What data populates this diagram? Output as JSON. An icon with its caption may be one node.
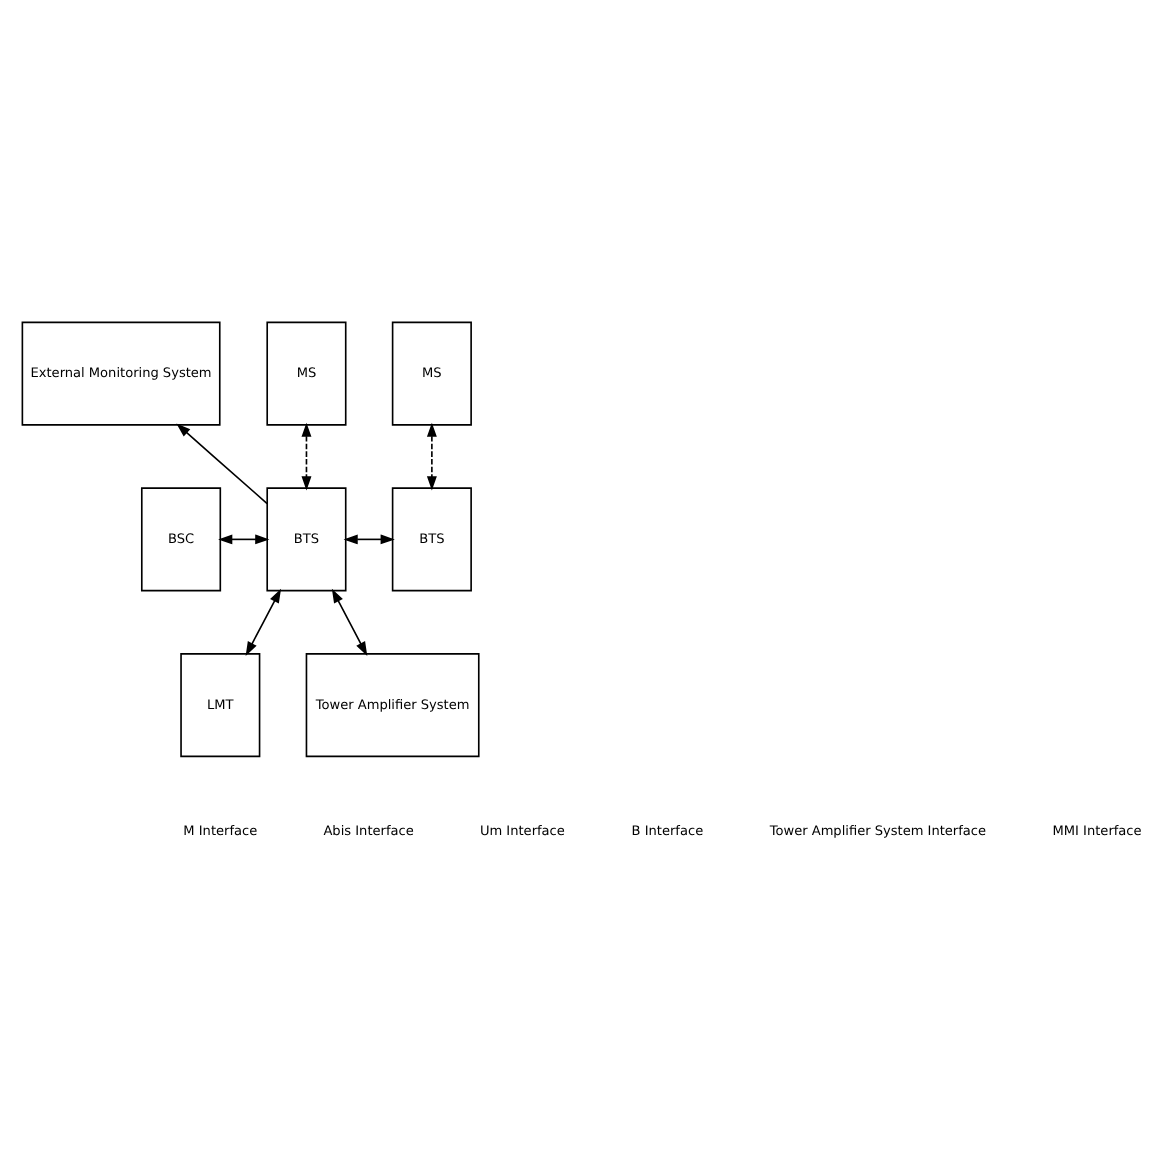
{
  "diagram": {
    "nodes": [
      {
        "text": [
          "External Monitoring System"
        ]
      },
      {
        "text": [
          "MS"
        ]
      },
      {
        "text": [
          "MS"
        ]
      },
      {
        "text": [
          "BSC"
        ]
      },
      {
        "text": [
          "BTS"
        ]
      },
      {
        "text": [
          "BTS"
        ]
      },
      {
        "text": [
          "LMT"
        ]
      },
      {
        "text": [
          "Tower Amplifier System"
        ]
      }
    ],
    "edges": [
      {
        "from": 4,
        "to": 0,
        "arrow": "to"
      },
      {
        "from": 1,
        "to": 4,
        "arrow": "both",
        "style": "dashed"
      },
      {
        "from": 2,
        "to": 5,
        "arrow": "both",
        "style": "dashed"
      },
      {
        "from": 3,
        "to": 4,
        "arrow": "both"
      },
      {
        "from": 4,
        "to": 5,
        "arrow": "both"
      },
      {
        "from": 4,
        "to": 6,
        "arrow": "both"
      },
      {
        "from": 4,
        "to": 7,
        "arrow": "both"
      }
    ],
    "labels": [
      "M Interface",
      "Abis Interface",
      "Um Interface",
      "B Interface",
      "Tower Amplifier System Interface",
      "MMI Interface"
    ]
  }
}
